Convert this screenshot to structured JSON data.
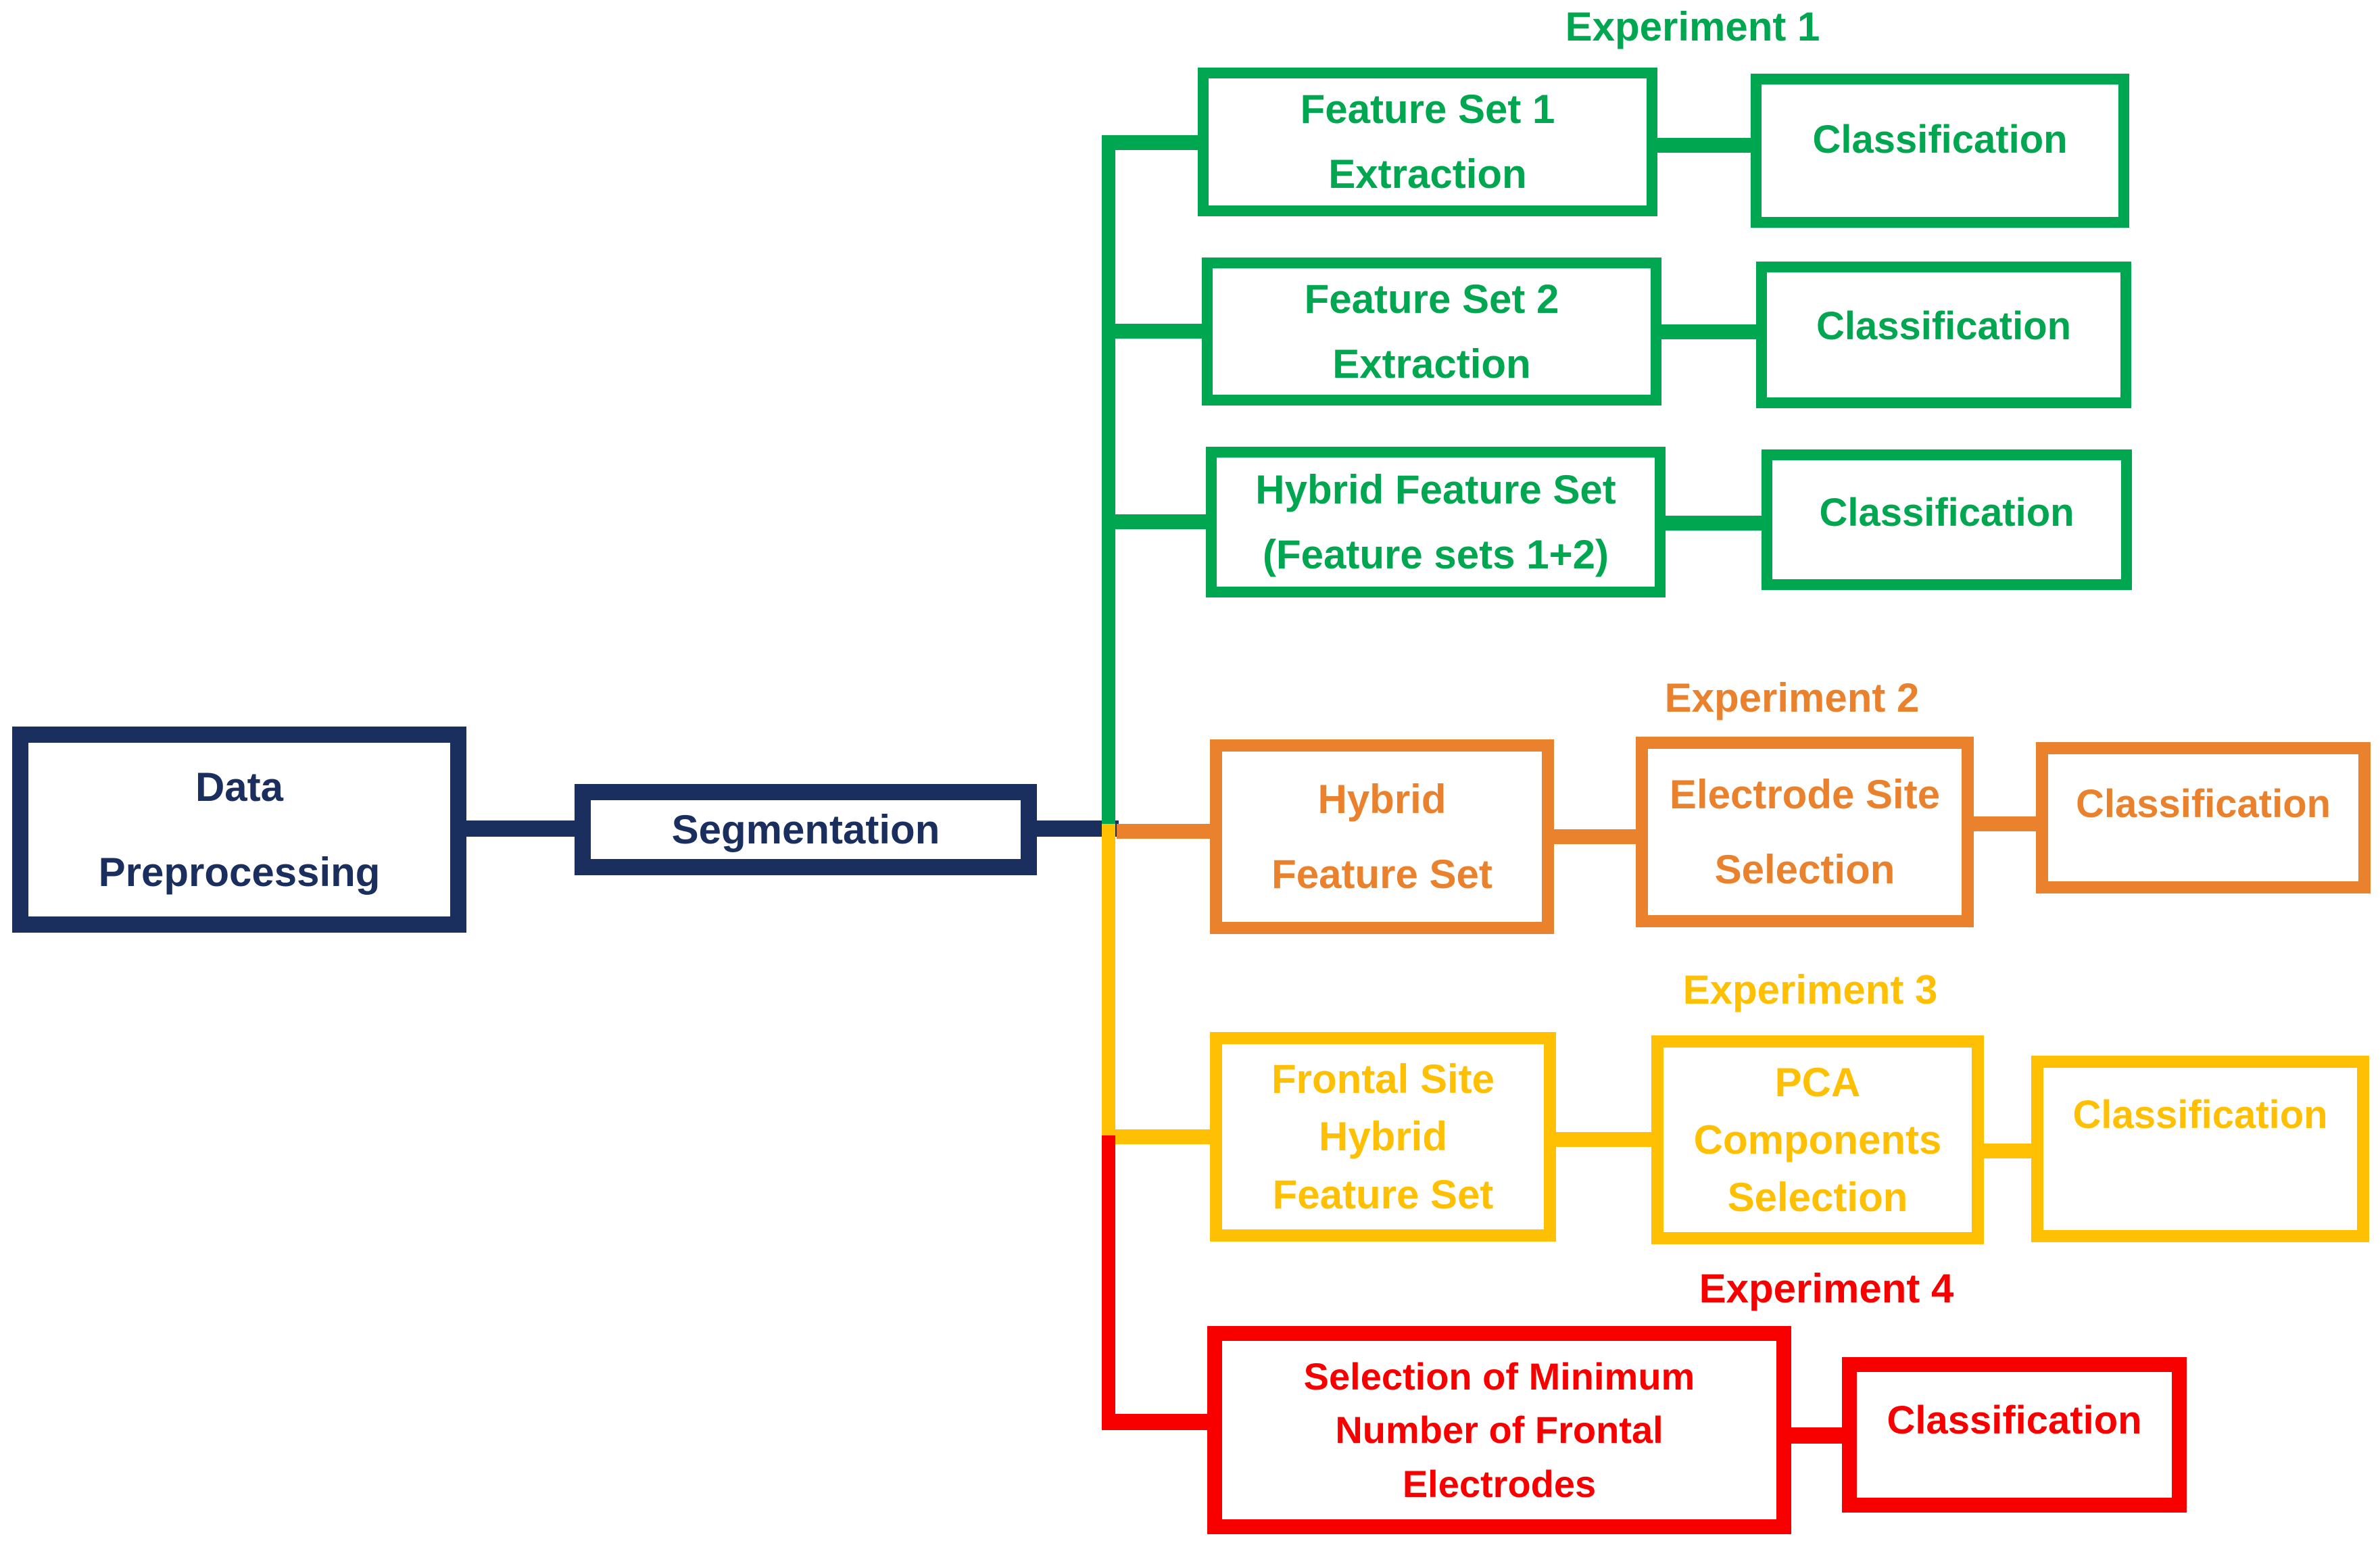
{
  "colors": {
    "navy": "#1B2F5F",
    "green": "#00A650",
    "orange": "#E9812D",
    "yellow": "#FFC003",
    "red": "#F90000",
    "background": "#FFFFFF"
  },
  "pipeline": {
    "data_preprocessing": {
      "line1": "Data",
      "line2": "Preprocessing"
    },
    "segmentation": {
      "label": "Segmentation"
    }
  },
  "experiments": {
    "exp1": {
      "title": "Experiment 1",
      "branch1": {
        "box": {
          "line1": "Feature Set 1",
          "line2": "Extraction"
        },
        "classification": "Classification"
      },
      "branch2": {
        "box": {
          "line1": "Feature Set 2",
          "line2": "Extraction"
        },
        "classification": "Classification"
      },
      "branch3": {
        "box": {
          "line1": "Hybrid Feature Set",
          "line2": "(Feature sets 1+2)"
        },
        "classification": "Classification"
      }
    },
    "exp2": {
      "title": "Experiment 2",
      "feature_box": {
        "line1": "Hybrid",
        "line2": "Feature Set"
      },
      "selection_box": {
        "line1": "Electrode Site",
        "line2": "Selection"
      },
      "classification": "Classification"
    },
    "exp3": {
      "title": "Experiment 3",
      "feature_box": {
        "line1": "Frontal Site",
        "line2": "Hybrid",
        "line3": "Feature Set"
      },
      "selection_box": {
        "line1": "PCA",
        "line2": "Components",
        "line3": "Selection"
      },
      "classification": "Classification"
    },
    "exp4": {
      "title": "Experiment 4",
      "feature_box": {
        "line1": "Selection of Minimum",
        "line2": "Number of Frontal",
        "line3": "Electrodes"
      },
      "classification": "Classification"
    }
  }
}
